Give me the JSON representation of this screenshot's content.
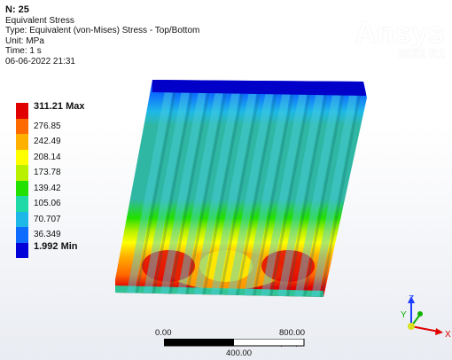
{
  "header": {
    "node": "N: 25",
    "result": "Equivalent Stress",
    "type": "Type: Equivalent (von-Mises) Stress - Top/Bottom",
    "unit": "Unit: MPa",
    "time": "Time: 1 s",
    "date": "06-06-2022 21:31"
  },
  "brand": {
    "logo": "Ansys",
    "version": "2022 R1"
  },
  "legend": {
    "entries": [
      {
        "label": "311.21 Max",
        "color": "#e00000",
        "bold": true
      },
      {
        "label": "276.85",
        "color": "#ff6a00"
      },
      {
        "label": "242.49",
        "color": "#ffb000"
      },
      {
        "label": "208.14",
        "color": "#ffff00"
      },
      {
        "label": "173.78",
        "color": "#b8f000"
      },
      {
        "label": "139.42",
        "color": "#22e000"
      },
      {
        "label": "105.06",
        "color": "#1fd9a6"
      },
      {
        "label": "70.707",
        "color": "#1eb8e8"
      },
      {
        "label": "36.349",
        "color": "#0d6bff"
      },
      {
        "label": "1.992 Min",
        "color": "#0000d8",
        "bold": true
      }
    ]
  },
  "scale_bar": {
    "left": "0.00",
    "right": "800.00 (mm)",
    "mid": "400.00"
  },
  "triad": {
    "z": "Z",
    "y": "Y",
    "x": "X"
  },
  "colors": {
    "stripe": "#2fb7a3",
    "stripe_light": "#4ccfe0"
  }
}
